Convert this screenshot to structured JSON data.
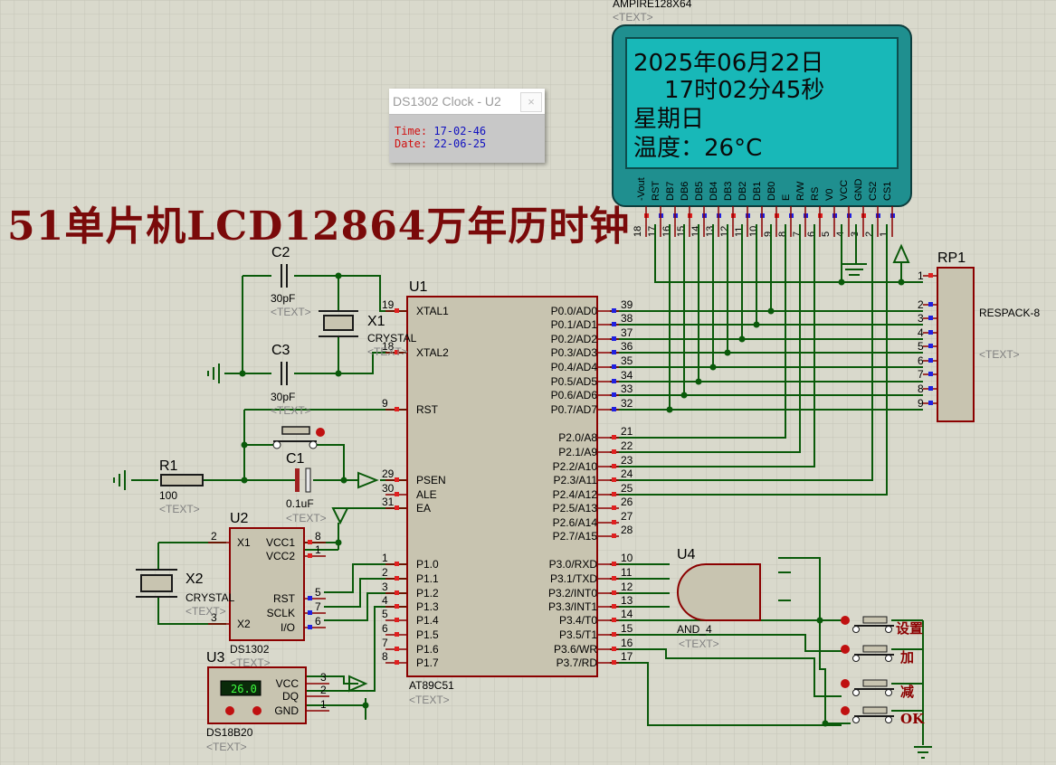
{
  "title": "51单片机LCD12864万年历时钟",
  "lcd": {
    "model": "AMPIRE128X64",
    "text_tag": "<TEXT>",
    "line1": "2025年06月22日",
    "line2": "17时02分45秒",
    "line3": "星期日",
    "line4": "温度：26°C",
    "pin_names": [
      "-Vout",
      "RST",
      "DB7",
      "DB6",
      "DB5",
      "DB4",
      "DB3",
      "DB2",
      "DB1",
      "DB0",
      "E",
      "R/W",
      "RS",
      "V0",
      "VCC",
      "GND",
      "CS2",
      "CS1"
    ],
    "pin_numbers": [
      "18",
      "17",
      "16",
      "15",
      "14",
      "13",
      "12",
      "11",
      "10",
      "9",
      "8",
      "7",
      "6",
      "5",
      "4",
      "3",
      "2",
      "1"
    ],
    "colors": {
      "frame": "#1f8f8f",
      "screen": "#18b8b8"
    }
  },
  "popup": {
    "title": "DS1302 Clock - U2",
    "close": "×",
    "time_label": "Time:",
    "time_value": "17-02-46",
    "date_label": "Date:",
    "date_value": "22-06-25"
  },
  "u1": {
    "ref": "U1",
    "part": "AT89C51",
    "text": "<TEXT>",
    "left_pins": [
      {
        "num": "19",
        "name": "XTAL1"
      },
      {
        "num": "18",
        "name": "XTAL2"
      },
      {
        "num": "9",
        "name": "RST"
      },
      {
        "num": "29",
        "name": "PSEN"
      },
      {
        "num": "30",
        "name": "ALE"
      },
      {
        "num": "31",
        "name": "EA"
      },
      {
        "num": "1",
        "name": "P1.0"
      },
      {
        "num": "2",
        "name": "P1.1"
      },
      {
        "num": "3",
        "name": "P1.2"
      },
      {
        "num": "4",
        "name": "P1.3"
      },
      {
        "num": "5",
        "name": "P1.4"
      },
      {
        "num": "6",
        "name": "P1.5"
      },
      {
        "num": "7",
        "name": "P1.6"
      },
      {
        "num": "8",
        "name": "P1.7"
      }
    ],
    "right_pins": [
      {
        "num": "39",
        "name": "P0.0/AD0"
      },
      {
        "num": "38",
        "name": "P0.1/AD1"
      },
      {
        "num": "37",
        "name": "P0.2/AD2"
      },
      {
        "num": "36",
        "name": "P0.3/AD3"
      },
      {
        "num": "35",
        "name": "P0.4/AD4"
      },
      {
        "num": "34",
        "name": "P0.5/AD5"
      },
      {
        "num": "33",
        "name": "P0.6/AD6"
      },
      {
        "num": "32",
        "name": "P0.7/AD7"
      },
      {
        "num": "21",
        "name": "P2.0/A8"
      },
      {
        "num": "22",
        "name": "P2.1/A9"
      },
      {
        "num": "23",
        "name": "P2.2/A10"
      },
      {
        "num": "24",
        "name": "P2.3/A11"
      },
      {
        "num": "25",
        "name": "P2.4/A12"
      },
      {
        "num": "26",
        "name": "P2.5/A13"
      },
      {
        "num": "27",
        "name": "P2.6/A14"
      },
      {
        "num": "28",
        "name": "P2.7/A15"
      },
      {
        "num": "10",
        "name": "P3.0/RXD"
      },
      {
        "num": "11",
        "name": "P3.1/TXD"
      },
      {
        "num": "12",
        "name": "P3.2/INT0"
      },
      {
        "num": "13",
        "name": "P3.3/INT1"
      },
      {
        "num": "14",
        "name": "P3.4/T0"
      },
      {
        "num": "15",
        "name": "P3.5/T1"
      },
      {
        "num": "16",
        "name": "P3.6/WR"
      },
      {
        "num": "17",
        "name": "P3.7/RD"
      }
    ]
  },
  "rp1": {
    "ref": "RP1",
    "part": "RESPACK-8",
    "text": "<TEXT>",
    "pins": [
      "1",
      "2",
      "3",
      "4",
      "5",
      "6",
      "7",
      "8",
      "9"
    ]
  },
  "c2": {
    "ref": "C2",
    "value": "30pF",
    "text": "<TEXT>"
  },
  "c3": {
    "ref": "C3",
    "value": "30pF"
  },
  "x1": {
    "ref": "X1",
    "part": "CRYSTAL",
    "text": "<TEXT>"
  },
  "c1": {
    "ref": "C1",
    "value": "0.1uF",
    "text": "<TEXT>"
  },
  "r1": {
    "ref": "R1",
    "value": "100",
    "text": "<TEXT>"
  },
  "u2": {
    "ref": "U2",
    "part": "DS1302",
    "text": "<TEXT>",
    "pins_left": [
      {
        "num": "2",
        "name": "X1"
      },
      {
        "num": "3",
        "name": "X2"
      }
    ],
    "pins_right": [
      {
        "num": "8",
        "name": "VCC1"
      },
      {
        "num": "1",
        "name": "VCC2"
      },
      {
        "num": "5",
        "name": "RST"
      },
      {
        "num": "7",
        "name": "SCLK"
      },
      {
        "num": "6",
        "name": "I/O"
      }
    ]
  },
  "x2": {
    "ref": "X2",
    "part": "CRYSTAL",
    "text": "<TEXT>"
  },
  "u3": {
    "ref": "U3",
    "part": "DS18B20",
    "text": "<TEXT>",
    "reading": "26.0",
    "pins": [
      {
        "num": "3",
        "name": "VCC"
      },
      {
        "num": "2",
        "name": "DQ"
      },
      {
        "num": "1",
        "name": "GND"
      }
    ]
  },
  "u4": {
    "ref": "U4",
    "part": "AND_4",
    "text": "<TEXT>"
  },
  "buttons": [
    "设置",
    "加",
    "减",
    "OK"
  ]
}
